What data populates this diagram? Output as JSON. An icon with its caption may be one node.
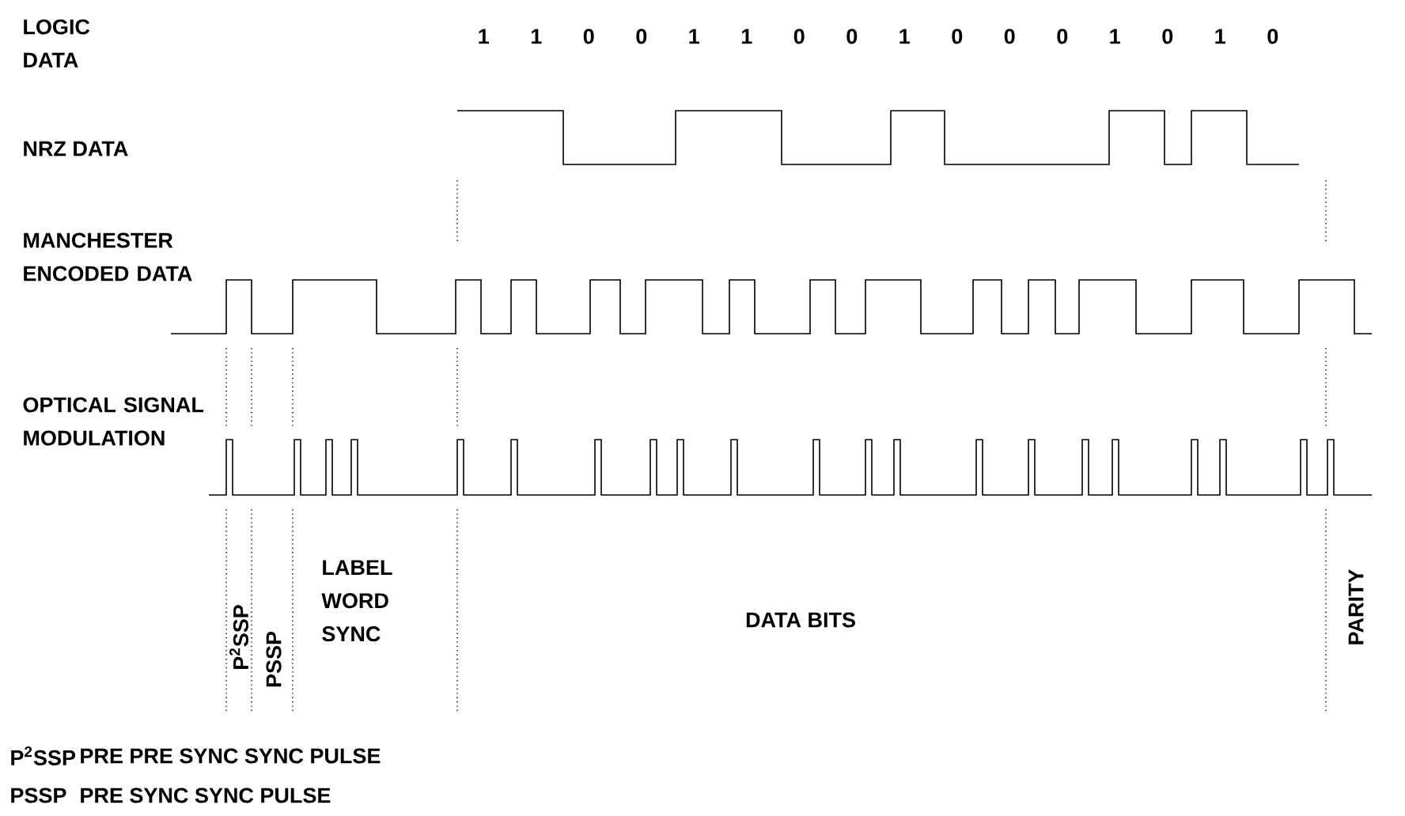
{
  "diagram": {
    "labels": [
      "LOGIC DATA",
      "1",
      "1",
      "0",
      "0",
      "1",
      "1",
      "0",
      "0",
      "1",
      "0",
      "0",
      "0",
      "1",
      "0",
      "1",
      "0",
      "NRZ DATA",
      "MANCHESTER ENCODED DATA",
      "OPTICAL SIGNAL MODULATION",
      "P$^{2}$SSP",
      "PSSP",
      "LABEL WORD SYNC",
      "DATA BITS",
      "PARITY",
      "P$^{2}$SSP",
      "PRE PRE SYNC SYNC PULSE",
      "PSSP",
      "PRE SYNC SYNC PULSE"
    ]
  }
}
